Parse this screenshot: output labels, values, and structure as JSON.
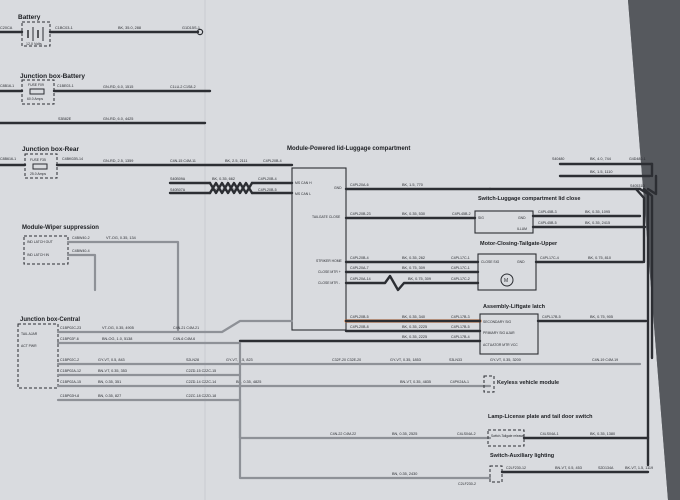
{
  "components": {
    "battery": "Battery",
    "junction_box_battery": "Junction box-Battery",
    "junction_box_rear": "Junction box-Rear",
    "module_wiper": "Module-Wiper suppression",
    "junction_box_central": "Junction box-Central",
    "module_powered_lid": "Module-Powered lid-Luggage compartment",
    "switch_luggage": "Switch-Luggage compartment lid close",
    "motor_closing": "Motor-Closing-Tailgate-Upper",
    "assembly_liftgate": "Assembly-Liftgate latch",
    "keyless_module": "Keyless vehicle module",
    "lamp_license": "Lamp-License plate and tail door switch",
    "switch_aux": "Switch-Auxiliary lighting"
  },
  "pin_labels": {
    "battery_volts": "12.0 Volts",
    "fuse_f09": "FUSE F09",
    "fuse_f09_amps": "60.0 Amps",
    "fuse_f35": "FUSE F35",
    "fuse_f35_amps": "25.0 Amps",
    "ms_can_h": "MS CAN H",
    "ms_can_l": "MS CAN L",
    "gnd": "GND",
    "tailgate_close": "TAILGATE CLOSE",
    "striker_home": "STRIKER HOME",
    "close_mtr_pos": "CLOSE MTR +",
    "close_mtr_neg": "CLOSE MTR -",
    "sig": "SIG",
    "gnd2": "GND",
    "illum": "ILLUM",
    "close_sig": "CLOSE SIG",
    "gnd3": "GND",
    "secondary_sig": "SECONDARY SIG",
    "primary_sig_ajar": "PRIMARY SIG AJAR",
    "actuator_mtr_vcc": "ACTUATOR MTR VCC",
    "ind_latch_out": "IND LATCH OUT",
    "ind_latch_in": "IND LATCH IN",
    "tail_ajar": "TAIL AJAR",
    "act_pwr": "ACT PWR",
    "switch_tailgate_release": "Switch-Tailgate release"
  },
  "connectors": {
    "c_battery_left": "C20CA",
    "c_battery_right": "C1BC03-1",
    "g_battery": "G1D15S-1",
    "c_jbb_left": "C8B16-1",
    "c_jbb_in": "C1BE03-1",
    "c_jbb_out": "C1LU-2 C1S8-2",
    "s_jbb_splice": "S3B82E",
    "c_jbr_left": "C8B616-1",
    "c_jbr_out": "C4BK02B-14",
    "c_jbr_mid": "C4N-15 C4M-11",
    "c_pl_can_h": "C4PL20B-4",
    "c_pl_can_l": "C4PL20B-5",
    "s_can_a": "S40B09A",
    "s_can_b": "S40B07A",
    "c_pl_gnd": "C4PL20A-6",
    "c_pl_tg_close": "C4PL20B-23",
    "c_pl_striker": "C4PL20B-4",
    "c_pl_close_pos": "C4PL20A-7",
    "c_pl_close_neg": "C4PL20A-14",
    "c_pl_latch_5": "C4PL20B-5",
    "c_pl_latch_8": "C4PL20B-8",
    "c_sw_sig": "C4PL45B-3",
    "c_sw_illum": "C4PL45B-5",
    "c_sw_sig_left": "C4PL45B-2",
    "c_motor_close": "C4PL17C-1",
    "c_motor_close2": "C4PL17C-1",
    "c_motor_gnd": "C4PL17C-2",
    "c_motor_right": "C4PL17C-4",
    "c_latch_1": "C4PL17B-3",
    "c_latch_2": "C4PL17B-5",
    "c_latch_3": "C4PL17B-4",
    "c_latch_right": "C4PL17B-5",
    "g_top_right": "G4D480-1",
    "s_right_a": "S40480",
    "s_right_b": "S40531D",
    "c_wiper_1": "C4BW40-2",
    "c_wiper_2": "C4BW40-4",
    "c_jbc_1": "C1BP02C-23",
    "c_jbc_2": "C1BP02F-6",
    "c_jbc_3": "C1BP02C-2",
    "c_jbc_4": "C1BP02A-12",
    "c_jbc_5": "C1BP02A-15",
    "c_jbc_6": "C1BP02H-8",
    "c_mid_1": "C4N-21 C4M-21",
    "c_mid_2": "C4N-6 C4M-6",
    "s_mid_1": "S2LN28",
    "c_mid_3": "C2ZD-15 C2ZC-15",
    "c_mid_4": "C2ZD-14 C2ZC-14",
    "c_mid_5": "C2ZC-18 C2ZD-18",
    "c_mid_6": "C32F-20 C32E-20",
    "s_mid_2": "S3LN33",
    "c_mid_7": "C4PL20A-8",
    "c_mid_8": "C4N-19 C4M-19",
    "c_keyless": "C4PK24A-1",
    "c_mid_9": "C4N-22 C4M-22",
    "c_lamp_1": "C4LS04A-2",
    "c_lamp_2": "C4LS04A-1",
    "c_aux_1": "C2LF230-12",
    "c_aux_2": "C2LF230-2",
    "s_aux": "S2D134A"
  },
  "wire_labels": {
    "w_batt": "BK, 35.0, 288",
    "w_jbb_1": "GN-RD, 6.0, 1515",
    "w_jbb_2": "GN-RD, 6.0, 4425",
    "w_jbr_1": "GN-RD, 2.5, 1359",
    "w_jbr_2": "BK, 2.5, 2111",
    "w_can_h": "BK, 0.35, 662",
    "w_can_l": "BK, 0.35, 640",
    "w_pl_gnd": "BK, 1.5, 770",
    "w_pl_tg": "BK, 0.35, 530",
    "w_pl_strk": "BK, 0.35, 262",
    "w_pl_cpos": "BK, 0.75, 309",
    "w_pl_cneg": "BK, 0.75, 309",
    "w_latch_1": "BK, 0.35, 340",
    "w_latch_2": "BK, 0.35, 2225",
    "w_latch_3": "BK, 0.35, 2225",
    "w_sw_1": "BK, 0.35, 1095",
    "w_sw_2": "BK, 0.35, 2415",
    "w_motor_r": "BK, 0.75, 810",
    "w_latch_r": "BK, 0.75, 905",
    "w_top_1": "BK, 4.0, 744",
    "w_top_2": "BK, 1.5, 1110",
    "w_wiper": "VT-OG, 0.35, 134",
    "w_jbc_1": "VT-OG, 0.35, 4905",
    "w_jbc_2": "BN-OG, 1.0, 5138",
    "w_jbc_3": "GY-VT, 0.5, 843",
    "w_jbc_3b": "GY-VT, 0.5, 823",
    "w_jbc_3c": "GY-VT, 0.35, 1853",
    "w_jbc_3d": "GY-VT, 0.35, 3200",
    "w_jbc_4": "BN-VT, 0.35, 353",
    "w_jbc_5": "BN, 0.35, 351",
    "w_jbc_5b": "BN, 0.35, 4825",
    "w_jbc_5c": "BN-VT, 0.35, 4835",
    "w_jbc_6": "BN, 0.35, 827",
    "w_lamp": "BN, 0.35, 2525",
    "w_lamp_r": "BK, 0.35, 1380",
    "w_aux": "BN, 0.35, 2430",
    "w_aux_r": "BN-VT, 0.5, 453",
    "w_aux_r2": "BK-VT, 1.5, 1119"
  },
  "colors": {
    "paper": "#d9dbdf",
    "wire_black": "#2c2e33",
    "wire_gray": "#8e9197",
    "highlight": "#e8742b",
    "background": "#5e6166"
  }
}
